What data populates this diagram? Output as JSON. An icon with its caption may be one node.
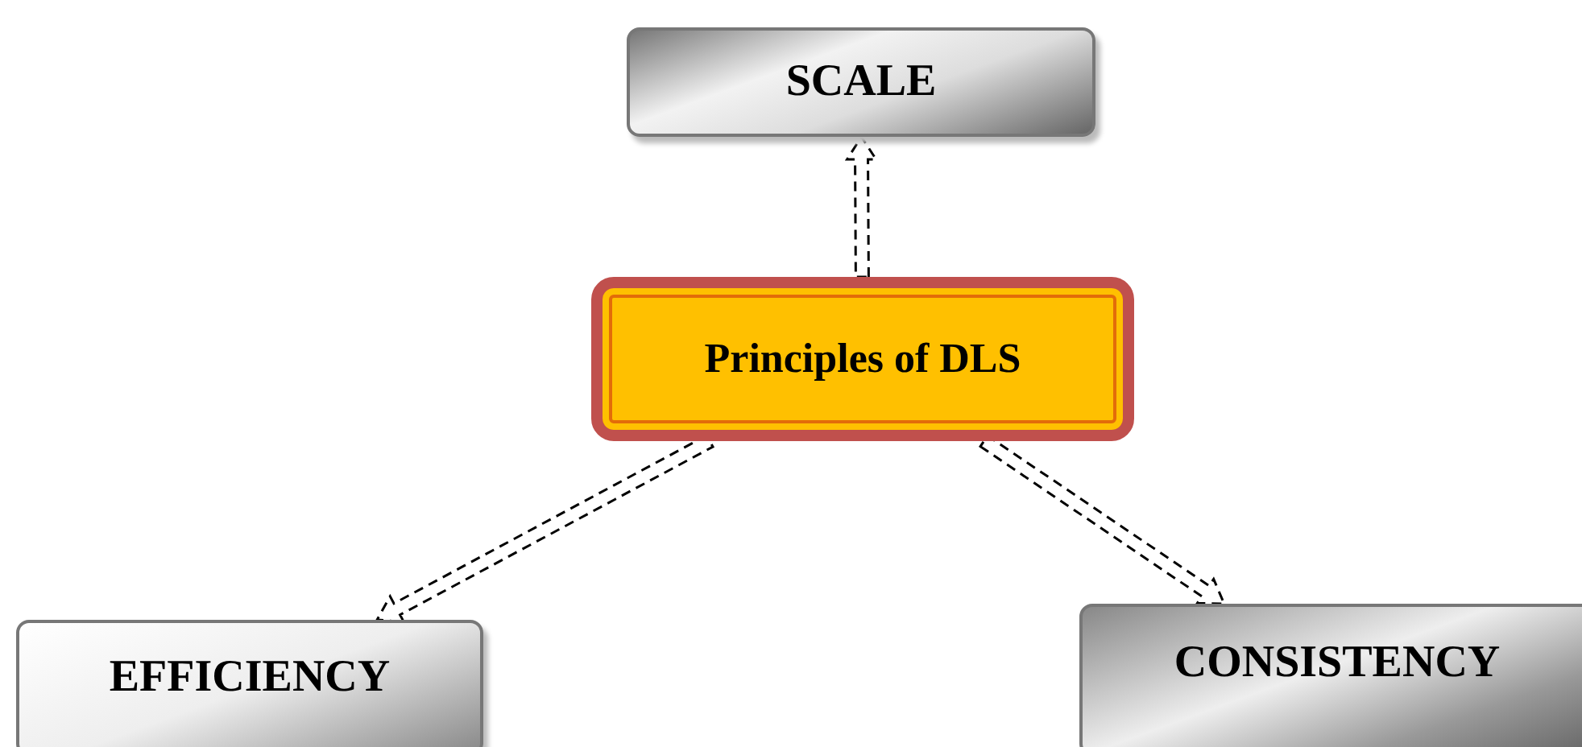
{
  "diagram": {
    "nodes": [
      {
        "text": [
          "SCALE"
        ]
      },
      {
        "text": [
          "Principles of DLS"
        ]
      },
      {
        "text": [
          "EFFICIENCY"
        ]
      },
      {
        "text": [
          "CONSISTENCY"
        ]
      }
    ],
    "edges": [
      {
        "from": 1,
        "to": 0,
        "arrow": "to",
        "style": "dashed"
      },
      {
        "from": 1,
        "to": 2,
        "arrow": "to",
        "style": "dashed"
      },
      {
        "from": 1,
        "to": 3,
        "arrow": "to",
        "style": "dashed"
      }
    ]
  }
}
